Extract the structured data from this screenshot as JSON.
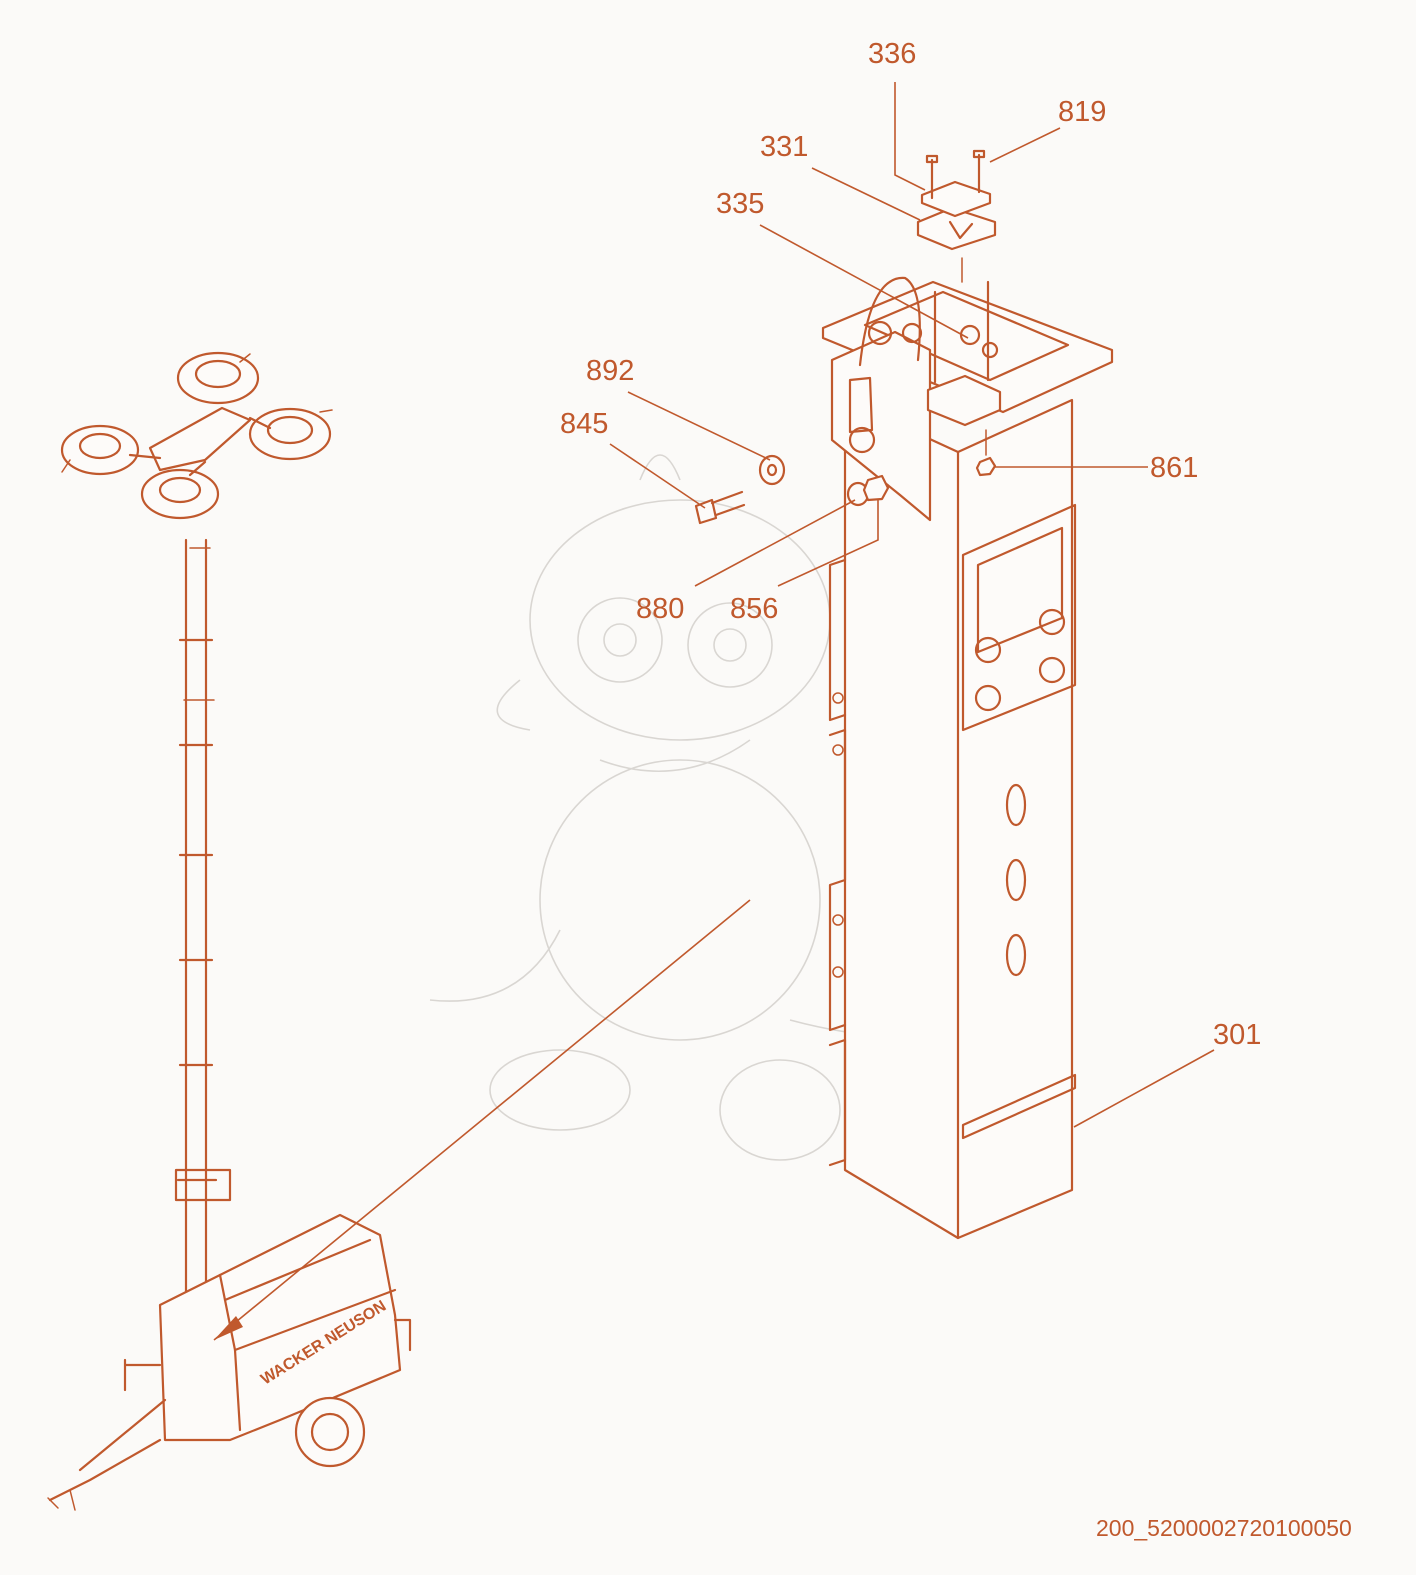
{
  "colors": {
    "accent": "#c0592d",
    "ghost": "#d9d6d2",
    "background": "#fbfaf8"
  },
  "parts": [
    {
      "id": "336",
      "label": "336"
    },
    {
      "id": "819",
      "label": "819"
    },
    {
      "id": "331",
      "label": "331"
    },
    {
      "id": "335",
      "label": "335"
    },
    {
      "id": "892",
      "label": "892"
    },
    {
      "id": "845",
      "label": "845"
    },
    {
      "id": "861",
      "label": "861"
    },
    {
      "id": "880",
      "label": "880"
    },
    {
      "id": "856",
      "label": "856"
    },
    {
      "id": "301",
      "label": "301"
    }
  ],
  "drawing_code": "200_5200002720100050"
}
